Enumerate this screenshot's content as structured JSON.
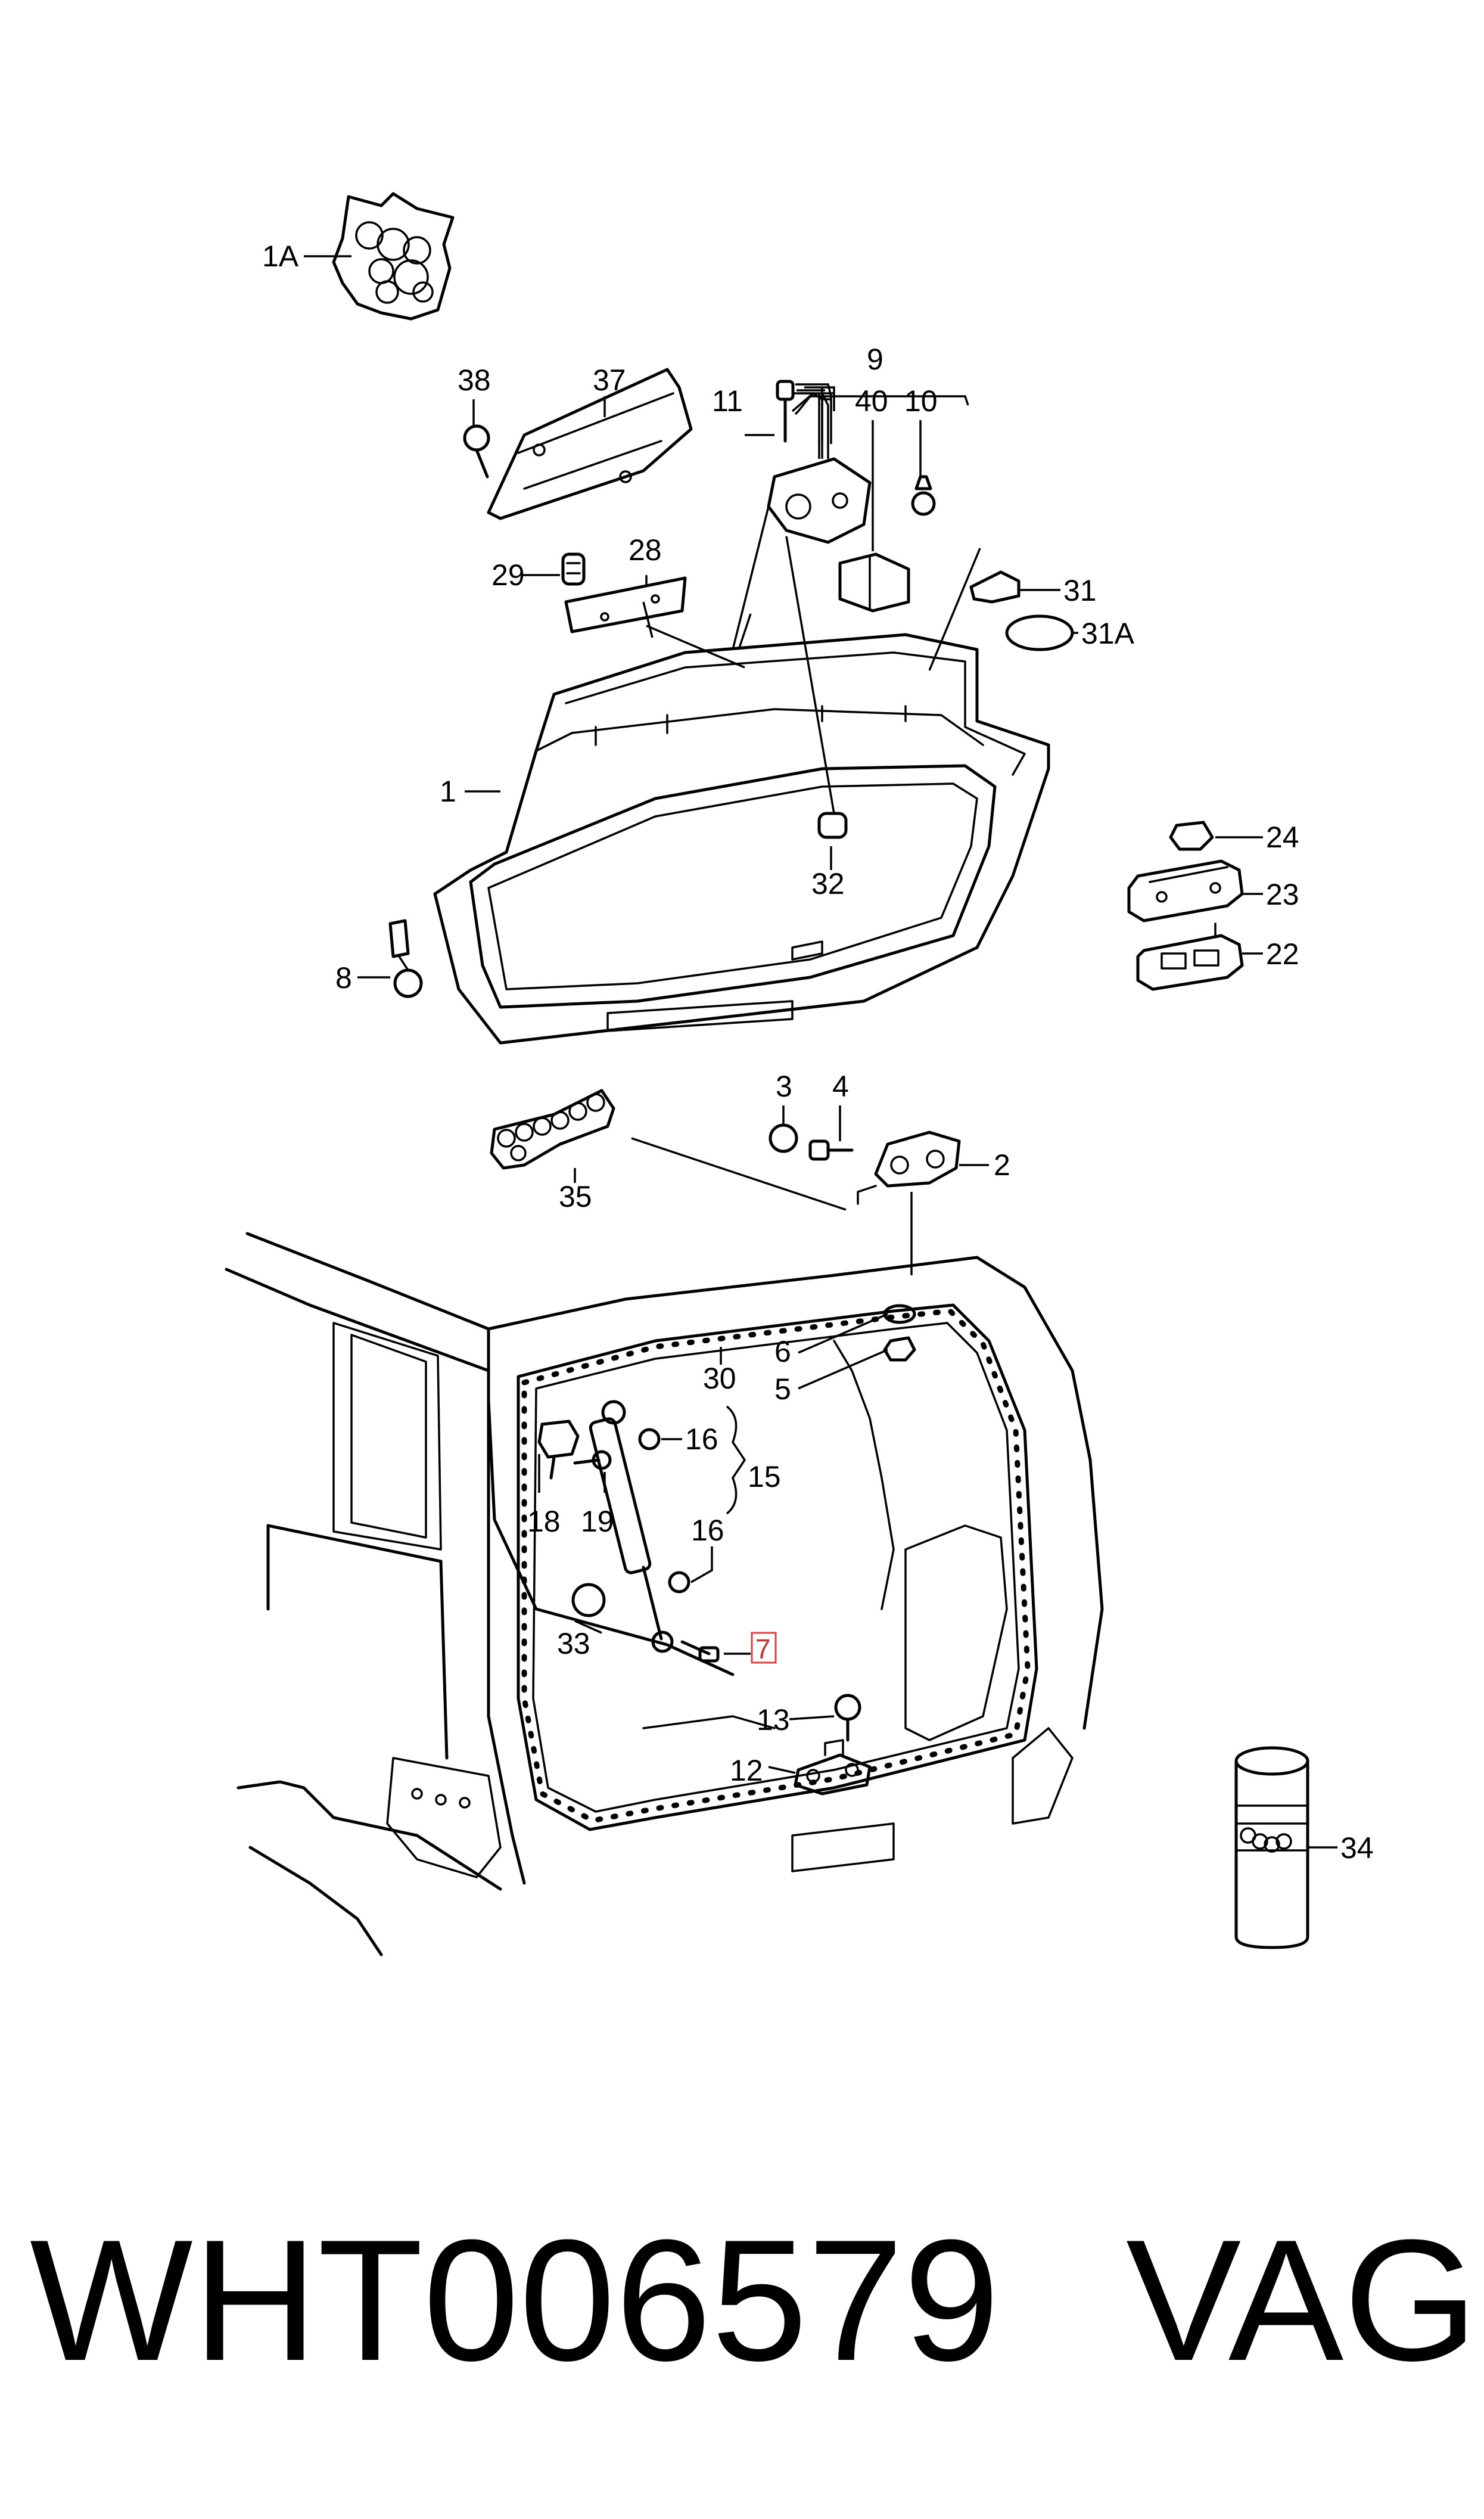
{
  "callouts": {
    "c1A": "1A",
    "c38": "38",
    "c37": "37",
    "c9": "9",
    "c11": "11",
    "c40": "40",
    "c10": "10",
    "c29": "29",
    "c28": "28",
    "c31": "31",
    "c31A": "31A",
    "c1": "1",
    "c32": "32",
    "c24": "24",
    "c23": "23",
    "c22": "22",
    "c8": "8",
    "c3": "3",
    "c4": "4",
    "c2": "2",
    "c35": "35",
    "c30": "30",
    "c6": "6",
    "c5": "5",
    "c16a": "16",
    "c15": "15",
    "c18": "18",
    "c19": "19",
    "c16b": "16",
    "c33": "33",
    "c7": "7",
    "c13": "13",
    "c12": "12",
    "c34": "34"
  },
  "footer": {
    "part_number": "WHT006579",
    "brand": "VAG"
  }
}
